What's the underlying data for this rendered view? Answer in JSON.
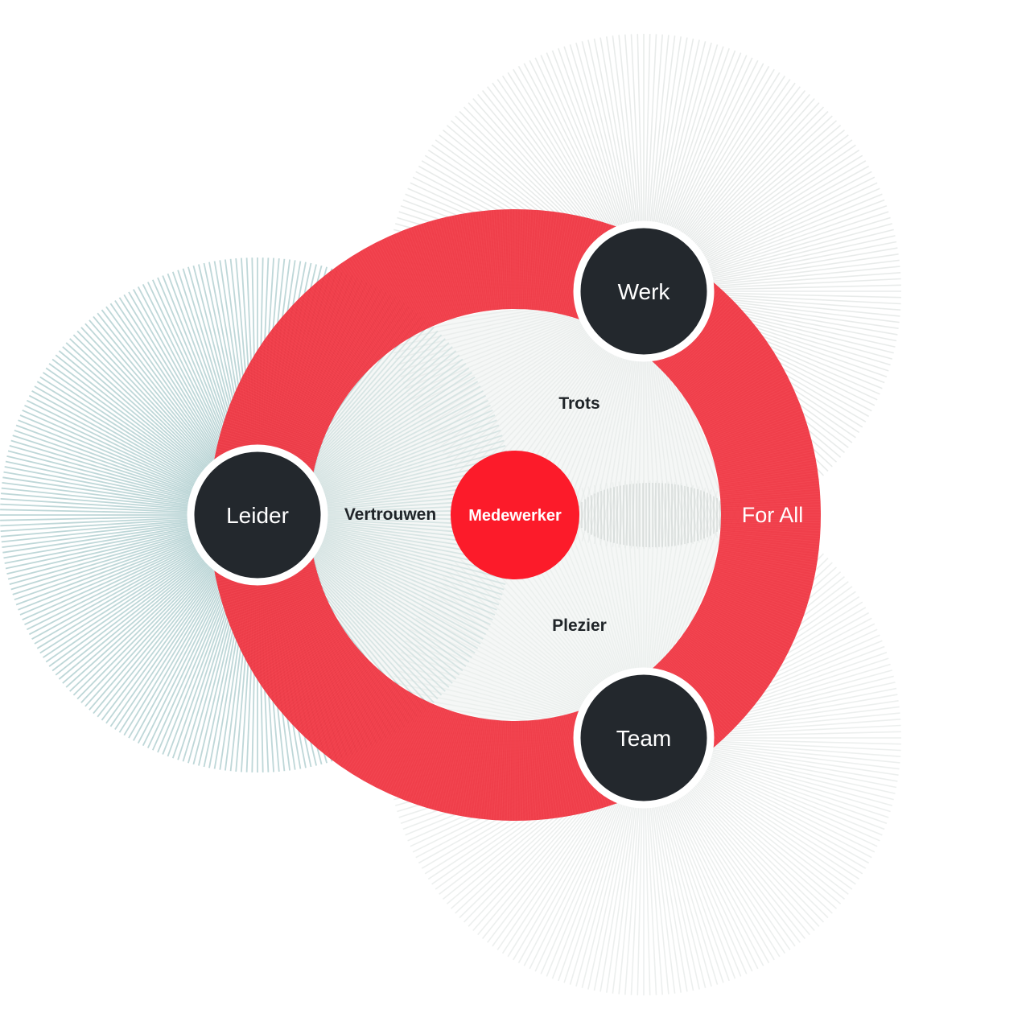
{
  "colors": {
    "ring": "#ef2f3c",
    "center": "#fc1b2a",
    "node": "#23282d",
    "node_border": "#ffffff",
    "teal_burst": "#a9cacb",
    "grey_burst": "#d7dcda",
    "inner_fill": "#edf0ee",
    "dark_text": "#1f2428",
    "light_text": "#ffffff"
  },
  "nodes": {
    "werk": "Werk",
    "leider": "Leider",
    "team": "Team"
  },
  "center": {
    "label": "Medewerker"
  },
  "ring": {
    "label": "For All"
  },
  "relations": {
    "trots": "Trots",
    "vertrouwen": "Vertrouwen",
    "plezier": "Plezier"
  }
}
